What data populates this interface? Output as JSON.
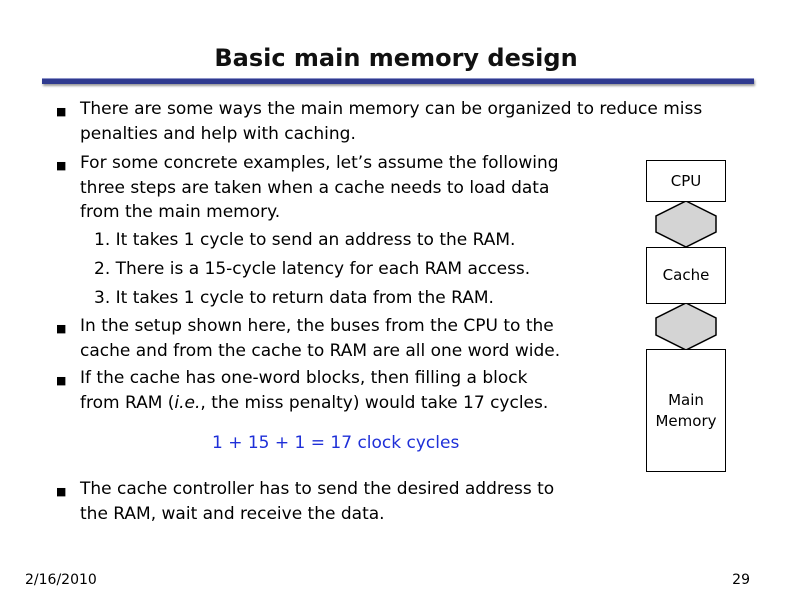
{
  "slide": {
    "title": "Basic main memory design",
    "bullets": [
      {
        "lines": [
          "There are some ways the main memory can be organized to reduce miss",
          "penalties and help with caching."
        ]
      },
      {
        "lines": [
          "For some concrete examples, let’s assume the following",
          "three steps are taken when a cache needs to load data",
          "from the main memory."
        ]
      },
      {
        "lines": [
          "In the setup shown here, the buses from the CPU to the",
          "cache and from the cache to RAM are all one word wide."
        ]
      },
      {
        "lines": [
          "If the cache has one-word blocks, then filling a block",
          "from RAM ("
        ],
        "line2_italic": "i.e.",
        "line2_tail": ", the miss penalty) would take 17 cycles."
      },
      {
        "lines": [
          "The cache controller has to send the desired address to",
          "the RAM, wait and receive the data."
        ]
      }
    ],
    "steps": [
      {
        "number": "1.",
        "text": "It takes 1 cycle to send an address to the RAM."
      },
      {
        "number": "2.",
        "text": "There is a 15-cycle latency for each RAM access."
      },
      {
        "number": "3.",
        "text": "It takes 1 cycle to return data from the RAM."
      }
    ],
    "formula": "1 + 15 + 1 = 17 clock cycles",
    "footer": {
      "date": "2/16/2010",
      "page": "29"
    }
  },
  "diagram": {
    "cpu_label": "CPU",
    "cache_label": "Cache",
    "memory_label_line1": "Main",
    "memory_label_line2": "Memory",
    "arrow_fill": "#d4d4d4"
  },
  "colors": {
    "title_bar": "#2f3a8f",
    "formula": "#1e2fd8"
  }
}
